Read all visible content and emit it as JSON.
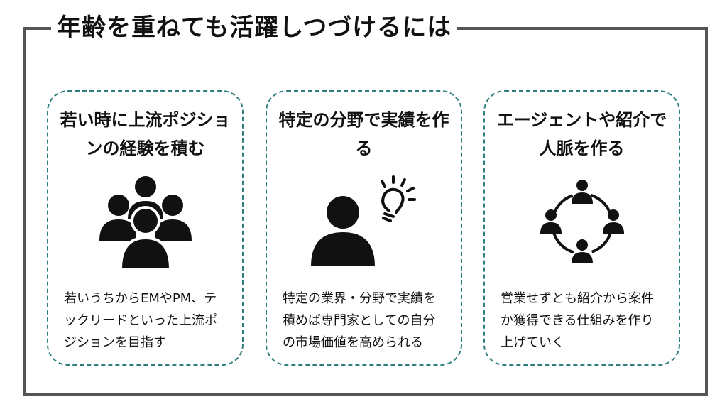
{
  "title": "年齢を重ねても活躍しつづけるには",
  "accent_color": "#2f7f7f",
  "cards": [
    {
      "title": "若い時に上流ポジションの経験を積む",
      "icon": "people-group-icon",
      "body": "若いうちからEMやPM、テックリードといった上流ポジションを目指す"
    },
    {
      "title": "特定の分野で実績を作る",
      "icon": "person-lightbulb-icon",
      "body": "特定の業界・分野で実績を積めば専門家としての自分の市場価値を高められる"
    },
    {
      "title": "エージェントや紹介で人脈を作る",
      "icon": "network-icon",
      "body": "営業せずとも紹介から案件か獲得できる仕組みを作り上げていく"
    }
  ]
}
